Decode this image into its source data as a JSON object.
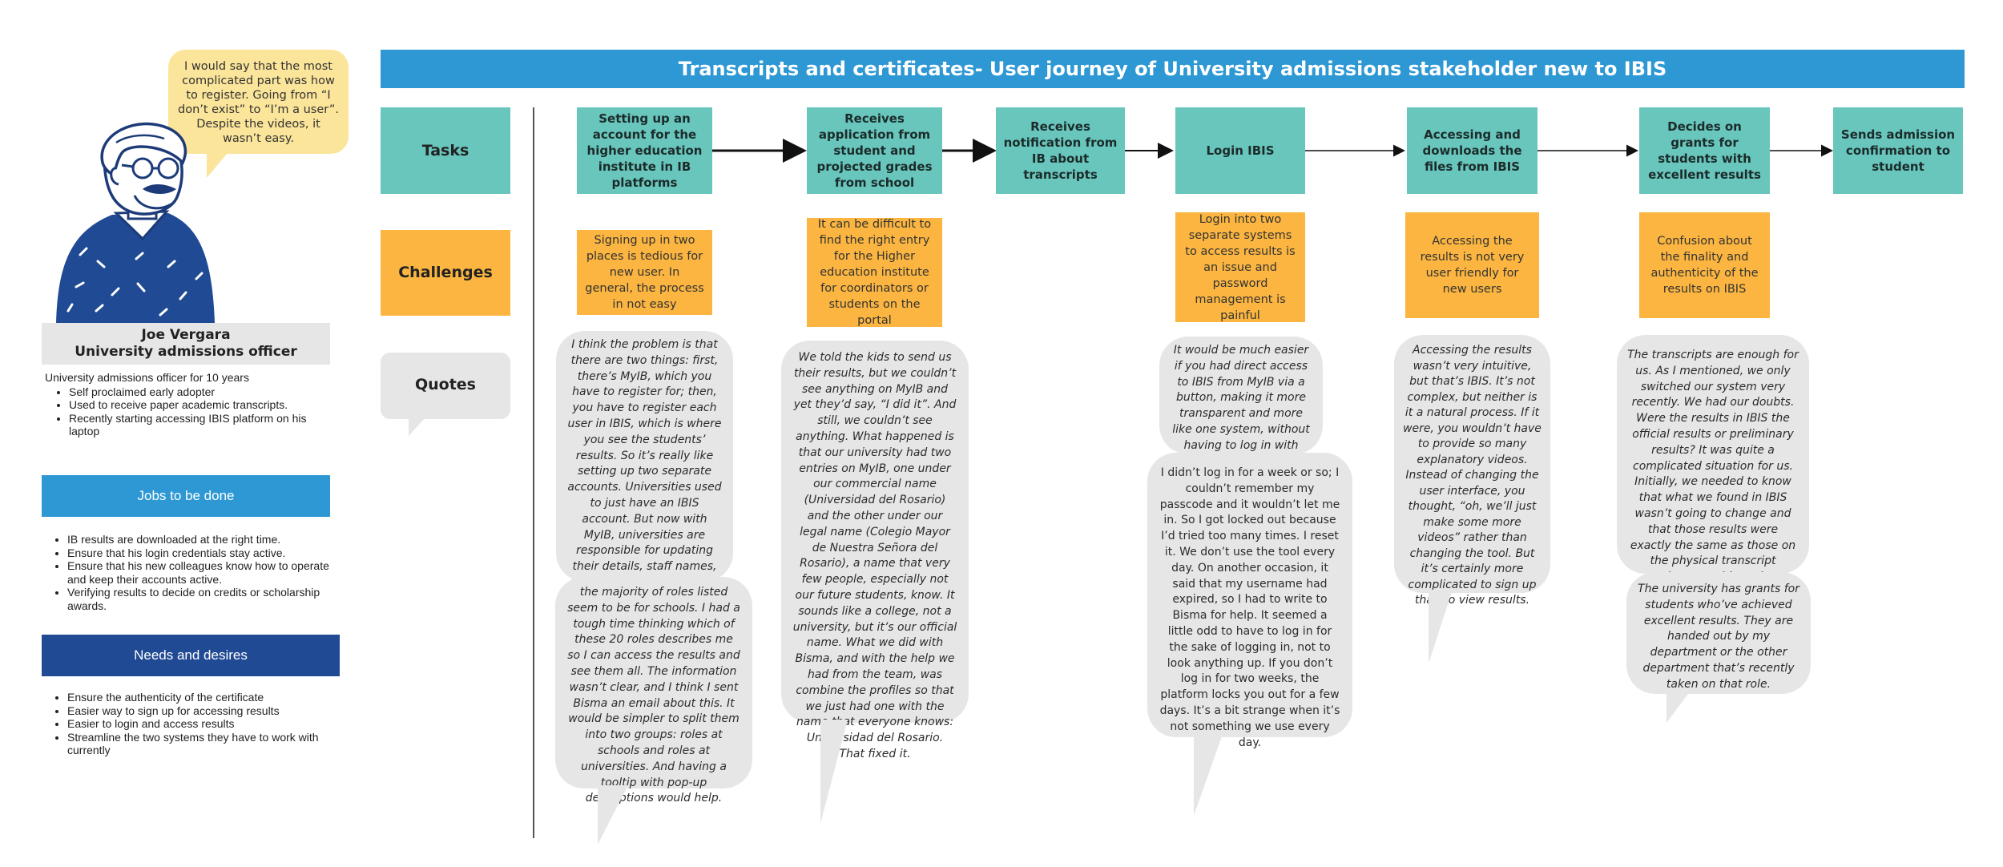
{
  "title": "Transcripts and certificates- User journey of University admissions stakeholder new to IBIS",
  "persona": {
    "quote": "I would say that the most complicated part was how to register. Going from “I don’t exist” to “I’m a user”. Despite the videos, it wasn’t easy.",
    "name": "Joe Vergara",
    "role": "University admissions officer",
    "summary": "University admissions officer for 10 years",
    "traits": [
      "Self proclaimed early adopter",
      "Used to receive paper academic transcripts.",
      "Recently starting accessing IBIS platform on his laptop"
    ]
  },
  "jobs": {
    "heading": "Jobs to be done",
    "items": [
      "IB results are downloaded at the right time.",
      "Ensure that his login credentials stay active.",
      "Ensure that his new colleagues know how to operate and keep their accounts active.",
      "Verifying results to decide on credits or scholarship awards."
    ]
  },
  "needs": {
    "heading": "Needs and desires",
    "items": [
      "Ensure the authenticity of the certificate",
      "Easier way to sign up for accessing results",
      "Easier to login and access results",
      "Streamline the two systems they have to work with currently"
    ]
  },
  "rows": {
    "tasks": "Tasks",
    "challenges": "Challenges",
    "quotes": "Quotes"
  },
  "tasks": [
    "Setting up an account for the higher education institute in IB platforms",
    "Receives application from student and projected grades from school",
    "Receives notification from IB about transcripts",
    "Login IBIS",
    "Accessing and downloads the files from IBIS",
    "Decides on grants for students with excellent results",
    "Sends admission confirmation to student"
  ],
  "challenges": [
    "Signing up in two places is tedious for new user. In general, the process in not easy",
    "It can be difficult to find the right entry for the Higher education institute for coordinators or students on the portal",
    "Login into two separate systems to access results is an issue and password management is painful",
    "Accessing the results is not very user friendly for new users",
    "Confusion about the finality and authenticity of the results on IBIS"
  ],
  "quotes": [
    "I think the problem is that there are two things: first, there’s MyIB, which you have to register for; then, you have to register each user in IBIS, which is where you see the students’ results. So it’s really like setting up two separate accounts. Universities used to just have an IBIS account. But now with MyIB, universities are responsible for updating their details, staff names, contact details, etc., which is something IB staff did before.",
    "the majority of roles listed seem to be for schools. I had a tough time thinking which of these 20 roles describes me so I can access the results and see them all. The information wasn’t clear, and I think I sent Bisma an email about this. It would be simpler to split them into two groups: roles at schools and roles at universities. And having a tooltip with pop-up descriptions would help.",
    "We told the kids to send us their results, but we couldn’t see anything on MyIB and yet they’d say, “I did it”. And still, we couldn’t see anything. What happened is that our university had two entries on MyIB, one under our commercial name (Universidad del Rosario) and the other under our legal name (Colegio Mayor de Nuestra Señora del Rosario), a name that very few people, especially not our future students, know. It sounds like a college, not a university, but it’s our official name. What we did with Bisma, and with the help we had from the team, was combine the profiles so that we just had one with the name that everyone knows: Universidad del Rosario. That fixed it.",
    "It would be much easier if you had direct access to IBIS from MyIB via a button, making it more transparent and more like one system, without having to log in with different credentials.",
    "I didn’t log in for a week or so; I couldn’t remember my passcode and it wouldn’t let me in. So I got locked out because I’d tried too many times. I reset it. We don’t use the tool every day. On another occasion, it said that my username had expired, so I had to write to Bisma for help. It seemed a little odd to have to log in for the sake of logging in, not to look anything up. If you don’t log in for two weeks, the platform locks you out for a few days. It’s a bit strange when it’s not something we use every day.",
    "Accessing the results wasn’t very intuitive, but that’s IBIS. It’s not complex, but neither is it a natural process. If it were, you wouldn’t have to provide so many explanatory videos. Instead of changing the user interface, you thought, “oh, we’ll just make some more videos” rather than changing the tool. But it’s certainly more complicated to sign up than to view results.",
    "The transcripts are enough for us. As I mentioned, we only switched our system very recently. We had our doubts. Were the results in IBIS the official results or preliminary results? It was quite a complicated situation for us. Initially, we needed to know that what we found in IBIS wasn’t going to change and that those results were exactly the same as those on the physical transcript students would receive.",
    "The university has grants for students who’ve achieved excellent results. They are handed out by my department or the other department that’s recently taken on that role."
  ],
  "colors": {
    "title_bar": "#2e98d4",
    "task": "#68c6bd",
    "challenge": "#fbb540",
    "quote_bubble": "#e6e6e6",
    "persona_quote": "#fbe59a",
    "jobs_bar": "#2e98d4",
    "needs_bar": "#214a94"
  }
}
